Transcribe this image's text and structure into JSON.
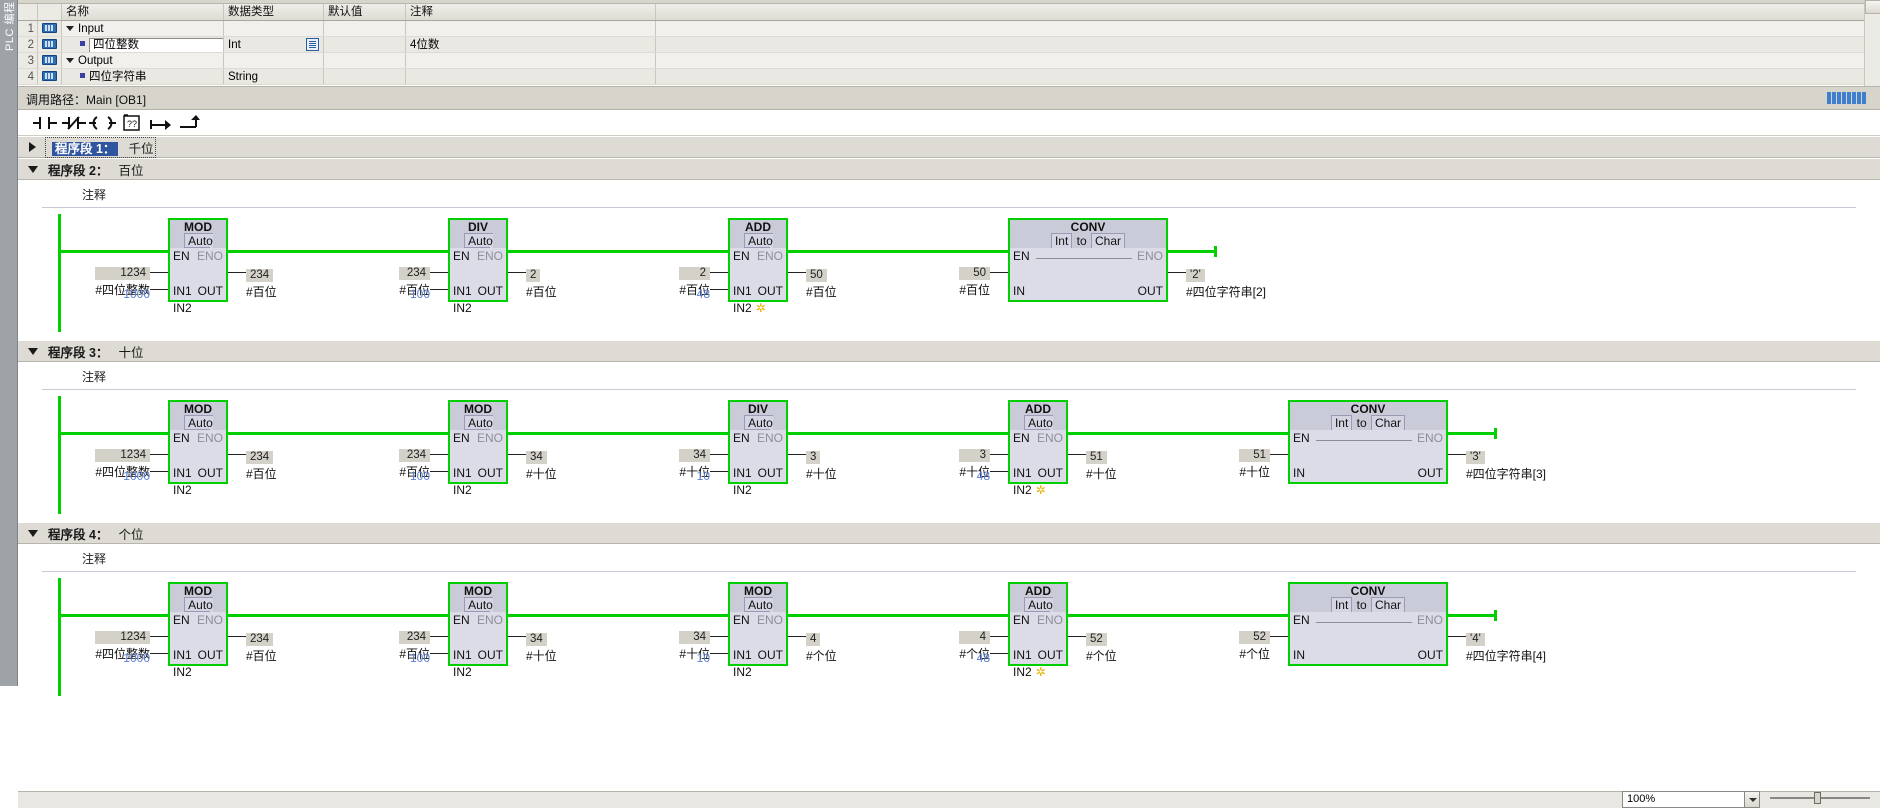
{
  "rail": {
    "label": "PLC 编程"
  },
  "interface": {
    "columns": [
      "名称",
      "数据类型",
      "默认值",
      "注释"
    ],
    "rows": [
      {
        "num": "1",
        "name": "Input",
        "kind": "group",
        "type": "",
        "default": "",
        "comment": ""
      },
      {
        "num": "2",
        "name": "四位整数",
        "kind": "member",
        "type": "Int",
        "default": "",
        "comment": "4位数"
      },
      {
        "num": "3",
        "name": "Output",
        "kind": "group",
        "type": "",
        "default": "",
        "comment": ""
      },
      {
        "num": "4",
        "name": "四位字符串",
        "kind": "member",
        "type": "String",
        "default": "",
        "comment": ""
      }
    ]
  },
  "callpath": {
    "label": "调用路径：",
    "value": "Main [OB1]"
  },
  "toolbar": {
    "items": [
      {
        "name": "contact-no-icon",
        "glyph": "no"
      },
      {
        "name": "contact-nc-icon",
        "glyph": "nc"
      },
      {
        "name": "coil-icon",
        "glyph": "coil"
      },
      {
        "name": "empty-box-icon",
        "glyph": "box"
      },
      {
        "name": "open-branch-icon",
        "glyph": "obr"
      },
      {
        "name": "close-branch-icon",
        "glyph": "cbr"
      }
    ]
  },
  "networks": [
    {
      "id": "程序段 1：",
      "title": "千位",
      "collapsed": true,
      "selected": true,
      "comment": "",
      "blocks": []
    },
    {
      "id": "程序段 2：",
      "title": "百位",
      "collapsed": false,
      "selected": false,
      "comment": "注释",
      "blocks": [
        {
          "op": "MOD",
          "mode": "Auto (Int)",
          "conv_from": "",
          "conv_to": "",
          "in1_val": "1234",
          "in1_op": "#四位整数",
          "in2_val": "1000",
          "in2_const": true,
          "in2_star": false,
          "out_val": "234",
          "out_op": "#百位"
        },
        {
          "op": "DIV",
          "mode": "Auto (Int)",
          "conv_from": "",
          "conv_to": "",
          "in1_val": "234",
          "in1_op": "#百位",
          "in2_val": "100",
          "in2_const": true,
          "in2_star": false,
          "out_val": "2",
          "out_op": "#百位"
        },
        {
          "op": "ADD",
          "mode": "Auto (Int)",
          "conv_from": "",
          "conv_to": "",
          "in1_val": "2",
          "in1_op": "#百位",
          "in2_val": "48",
          "in2_const": true,
          "in2_star": true,
          "out_val": "50",
          "out_op": "#百位"
        },
        {
          "op": "CONV",
          "mode": "",
          "conv_from": "Int",
          "conv_to": "Char",
          "in1_val": "50",
          "in1_op": "#百位",
          "in2_val": "",
          "in2_const": false,
          "in2_star": false,
          "out_val": "'2'",
          "out_op": "#四位字符串[2]"
        }
      ]
    },
    {
      "id": "程序段 3：",
      "title": "十位",
      "collapsed": false,
      "selected": false,
      "comment": "注释",
      "blocks": [
        {
          "op": "MOD",
          "mode": "Auto (Int)",
          "conv_from": "",
          "conv_to": "",
          "in1_val": "1234",
          "in1_op": "#四位整数",
          "in2_val": "1000",
          "in2_const": true,
          "in2_star": false,
          "out_val": "234",
          "out_op": "#百位"
        },
        {
          "op": "MOD",
          "mode": "Auto (Int)",
          "conv_from": "",
          "conv_to": "",
          "in1_val": "234",
          "in1_op": "#百位",
          "in2_val": "100",
          "in2_const": true,
          "in2_star": false,
          "out_val": "34",
          "out_op": "#十位"
        },
        {
          "op": "DIV",
          "mode": "Auto (Int)",
          "conv_from": "",
          "conv_to": "",
          "in1_val": "34",
          "in1_op": "#十位",
          "in2_val": "10",
          "in2_const": true,
          "in2_star": false,
          "out_val": "3",
          "out_op": "#十位"
        },
        {
          "op": "ADD",
          "mode": "Auto (Int)",
          "conv_from": "",
          "conv_to": "",
          "in1_val": "3",
          "in1_op": "#十位",
          "in2_val": "48",
          "in2_const": true,
          "in2_star": true,
          "out_val": "51",
          "out_op": "#十位"
        },
        {
          "op": "CONV",
          "mode": "",
          "conv_from": "Int",
          "conv_to": "Char",
          "in1_val": "51",
          "in1_op": "#十位",
          "in2_val": "",
          "in2_const": false,
          "in2_star": false,
          "out_val": "'3'",
          "out_op": "#四位字符串[3]"
        }
      ]
    },
    {
      "id": "程序段 4：",
      "title": "个位",
      "collapsed": false,
      "selected": false,
      "comment": "注释",
      "blocks": [
        {
          "op": "MOD",
          "mode": "Auto (Int)",
          "conv_from": "",
          "conv_to": "",
          "in1_val": "1234",
          "in1_op": "#四位整数",
          "in2_val": "1000",
          "in2_const": true,
          "in2_star": false,
          "out_val": "234",
          "out_op": "#百位"
        },
        {
          "op": "MOD",
          "mode": "Auto (Int)",
          "conv_from": "",
          "conv_to": "",
          "in1_val": "234",
          "in1_op": "#百位",
          "in2_val": "100",
          "in2_const": true,
          "in2_star": false,
          "out_val": "34",
          "out_op": "#十位"
        },
        {
          "op": "MOD",
          "mode": "Auto (Int)",
          "conv_from": "",
          "conv_to": "",
          "in1_val": "34",
          "in1_op": "#十位",
          "in2_val": "10",
          "in2_const": true,
          "in2_star": false,
          "out_val": "4",
          "out_op": "#个位"
        },
        {
          "op": "ADD",
          "mode": "Auto (Int)",
          "conv_from": "",
          "conv_to": "",
          "in1_val": "4",
          "in1_op": "#个位",
          "in2_val": "48",
          "in2_const": true,
          "in2_star": true,
          "out_val": "52",
          "out_op": "#个位"
        },
        {
          "op": "CONV",
          "mode": "",
          "conv_from": "Int",
          "conv_to": "Char",
          "in1_val": "52",
          "in1_op": "#个位",
          "in2_val": "",
          "in2_const": false,
          "in2_star": false,
          "out_val": "'4'",
          "out_op": "#四位字符串[4]"
        }
      ]
    }
  ],
  "status": {
    "zoom": "100%"
  },
  "colors": {
    "rail_green": "#00d000",
    "constant_blue": "#5b7fd4",
    "select_blue": "#2f54a0",
    "monitor_grey": "#d4d1c9"
  }
}
